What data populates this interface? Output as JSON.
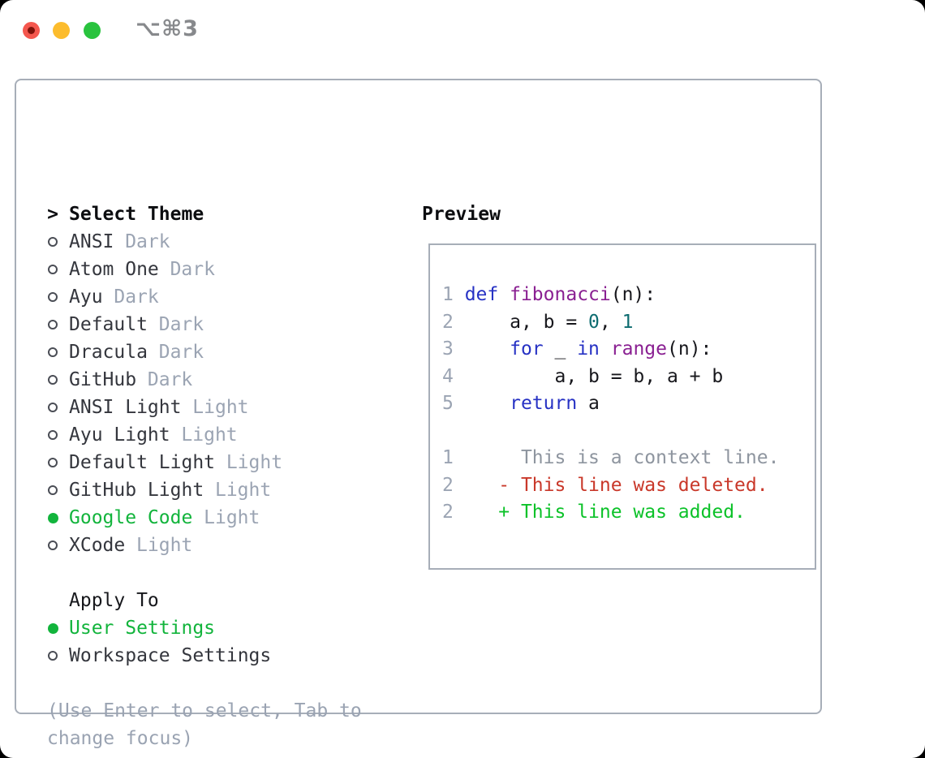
{
  "window": {
    "title": "⌥⌘3",
    "background": "#ffffff",
    "traffic_lights": {
      "close_color": "#f4574e",
      "minimize_color": "#fcbc2d",
      "zoom_color": "#29c33e",
      "close_has_unsaved_dot": true
    }
  },
  "colors": {
    "selected_green": "#12b43c",
    "muted_gray": "#9ba4b3",
    "text_dark": "#34363d",
    "keyword_blue": "#2732c4",
    "function_purple": "#8a2092",
    "literal_teal": "#0d6c70",
    "diff_deleted_red": "#c9382a",
    "diff_added_green": "#0cc229",
    "border_gray": "#a7aeb8"
  },
  "sidebar": {
    "rows": [
      {
        "marker": "arrow",
        "label": "Select Theme",
        "variant": "",
        "style": "header",
        "name": "select-theme-header",
        "interactable": false
      },
      {
        "marker": "circle",
        "label": "ANSI",
        "variant": "Dark",
        "style": "normal",
        "name": "theme-option-ansi-dark",
        "interactable": true
      },
      {
        "marker": "circle",
        "label": "Atom One",
        "variant": "Dark",
        "style": "normal",
        "name": "theme-option-atom-one-dark",
        "interactable": true
      },
      {
        "marker": "circle",
        "label": "Ayu",
        "variant": "Dark",
        "style": "normal",
        "name": "theme-option-ayu-dark",
        "interactable": true
      },
      {
        "marker": "circle",
        "label": "Default",
        "variant": "Dark",
        "style": "normal",
        "name": "theme-option-default-dark",
        "interactable": true
      },
      {
        "marker": "circle",
        "label": "Dracula",
        "variant": "Dark",
        "style": "normal",
        "name": "theme-option-dracula-dark",
        "interactable": true
      },
      {
        "marker": "circle",
        "label": "GitHub",
        "variant": "Dark",
        "style": "normal",
        "name": "theme-option-github-dark",
        "interactable": true
      },
      {
        "marker": "circle",
        "label": "ANSI Light",
        "variant": "Light",
        "style": "normal",
        "name": "theme-option-ansi-light",
        "interactable": true
      },
      {
        "marker": "circle",
        "label": "Ayu Light",
        "variant": "Light",
        "style": "normal",
        "name": "theme-option-ayu-light",
        "interactable": true
      },
      {
        "marker": "circle",
        "label": "Default Light",
        "variant": "Light",
        "style": "normal",
        "name": "theme-option-default-light",
        "interactable": true
      },
      {
        "marker": "circle",
        "label": "GitHub Light",
        "variant": "Light",
        "style": "normal",
        "name": "theme-option-github-light",
        "interactable": true
      },
      {
        "marker": "dot",
        "label": "Google Code",
        "variant": "Light",
        "style": "selected",
        "name": "theme-option-google-code-light",
        "interactable": true
      },
      {
        "marker": "circle",
        "label": "XCode",
        "variant": "Light",
        "style": "normal",
        "name": "theme-option-xcode-light",
        "interactable": true
      },
      {
        "marker": "none",
        "label": "",
        "variant": "",
        "style": "blank",
        "name": "spacer-row",
        "interactable": false
      },
      {
        "marker": "none",
        "label": "Apply To",
        "variant": "",
        "style": "subheader",
        "name": "apply-to-header",
        "interactable": false
      },
      {
        "marker": "dot",
        "label": "User Settings",
        "variant": "",
        "style": "selected",
        "name": "apply-option-user-settings",
        "interactable": true
      },
      {
        "marker": "circle",
        "label": "Workspace Settings",
        "variant": "",
        "style": "normal",
        "name": "apply-option-workspace-settings",
        "interactable": true
      }
    ],
    "hint": "(Use Enter to select, Tab to change focus)"
  },
  "preview": {
    "label": "Preview",
    "lines": [
      {
        "segments": [
          {
            "text": "1 ",
            "type": "num"
          },
          {
            "text": "def",
            "type": "kwd"
          },
          {
            "text": " ",
            "type": "pln"
          },
          {
            "text": "fibonacci",
            "type": "fn"
          },
          {
            "text": "(n):",
            "type": "pln"
          }
        ]
      },
      {
        "segments": [
          {
            "text": "2 ",
            "type": "num"
          },
          {
            "text": "    a, b = ",
            "type": "pln"
          },
          {
            "text": "0",
            "type": "lit"
          },
          {
            "text": ", ",
            "type": "pln"
          },
          {
            "text": "1",
            "type": "lit"
          }
        ]
      },
      {
        "segments": [
          {
            "text": "3 ",
            "type": "num"
          },
          {
            "text": "    ",
            "type": "pln"
          },
          {
            "text": "for",
            "type": "kwd"
          },
          {
            "text": " _ ",
            "type": "pln"
          },
          {
            "text": "in",
            "type": "kwd"
          },
          {
            "text": " ",
            "type": "pln"
          },
          {
            "text": "range",
            "type": "fn"
          },
          {
            "text": "(n):",
            "type": "pln"
          }
        ]
      },
      {
        "segments": [
          {
            "text": "4 ",
            "type": "num"
          },
          {
            "text": "        a, b = b, a + b",
            "type": "pln"
          }
        ]
      },
      {
        "segments": [
          {
            "text": "5 ",
            "type": "num"
          },
          {
            "text": "    ",
            "type": "pln"
          },
          {
            "text": "return",
            "type": "kwd"
          },
          {
            "text": " a",
            "type": "pln"
          }
        ]
      },
      {
        "segments": []
      },
      {
        "segments": [
          {
            "text": "1 ",
            "type": "num"
          },
          {
            "text": "     This is a context line.",
            "type": "ctx"
          }
        ]
      },
      {
        "segments": [
          {
            "text": "2 ",
            "type": "num"
          },
          {
            "text": "   - This line was deleted.",
            "type": "del"
          }
        ]
      },
      {
        "segments": [
          {
            "text": "2 ",
            "type": "num"
          },
          {
            "text": "   + This line was added.",
            "type": "add"
          }
        ]
      }
    ]
  }
}
